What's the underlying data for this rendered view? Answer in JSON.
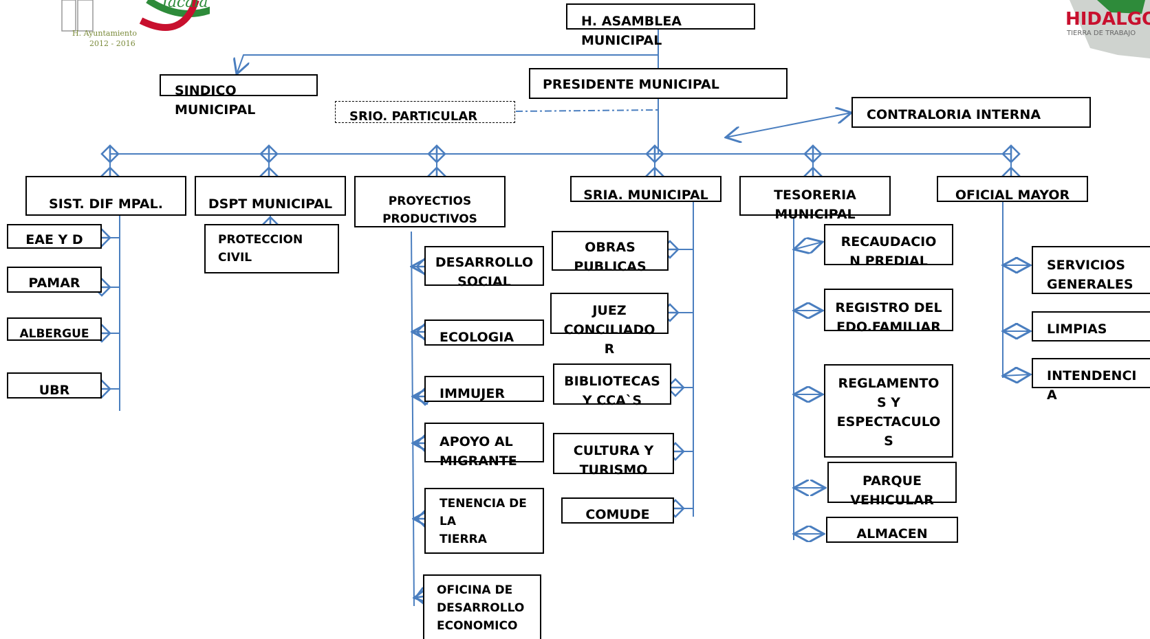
{
  "header": {
    "left_logo": {
      "text": "H. Ayuntamiento",
      "years": "2012 - 2016",
      "script": "Jacala"
    },
    "right_logo": {
      "name": "HIDALGO",
      "tagline": "TIERRA DE TRABAJO"
    }
  },
  "nodes": {
    "asamblea": "H. ASAMBLEA\nMUNICIPAL",
    "sindico": "SINDICO\nMUNICIPAL",
    "presidente": "PRESIDENTE MUNICIPAL",
    "srio_particular": "SRIO. PARTICULAR",
    "contraloria": "CONTRALORIA INTERNA",
    "dif": "SIST. DIF MPAL.",
    "dspt": "DSPT MUNICIPAL",
    "proyectos": "PROYECTIOS\nPRODUCTIVOS",
    "sria": "SRIA. MUNICIPAL",
    "tesoreria": "TESORERIA\nMUNICIPAL",
    "oficial": "OFICIAL MAYOR",
    "eae": "EAE Y D",
    "pamar": "PAMAR",
    "albergue": "ALBERGUE",
    "ubr": "UBR",
    "proteccion": "PROTECCION\nCIVIL",
    "desarrollo": "DESARROLLO\nSOCIAL",
    "ecologia": "ECOLOGIA",
    "immujer": "IMMUJER",
    "migrante": "APOYO AL\nMIGRANTE",
    "tenencia": "TENENCIA DE\nLA\nTIERRA",
    "oficina": "OFICINA DE\nDESARROLLO\nECONOMICO",
    "obras": "OBRAS\nPUBLICAS",
    "juez": "JUEZ\nCONCILIADO\nR",
    "bibliotecas": "BIBLIOTECAS\nY CCA`S",
    "cultura": "CULTURA Y\nTURISMO",
    "comude": "COMUDE",
    "recaudacion": "RECAUDACIO\nN PREDIAL",
    "registro": "REGISTRO DEL\nEDO.FAMILIAR",
    "reglamentos": "REGLAMENTO\nS Y\nESPECTACULO\nS",
    "parque": "PARQUE\nVEHICULAR",
    "almacen": "ALMACEN",
    "servicios": "SERVICIOS\nGENERALES",
    "limpias": "LIMPIAS",
    "intendencia": "INTENDENCI\nA"
  },
  "colors": {
    "line": "#4a7ebf",
    "box_border": "#000000",
    "logo_green": "#2e8b3a",
    "logo_red": "#c8102e"
  }
}
